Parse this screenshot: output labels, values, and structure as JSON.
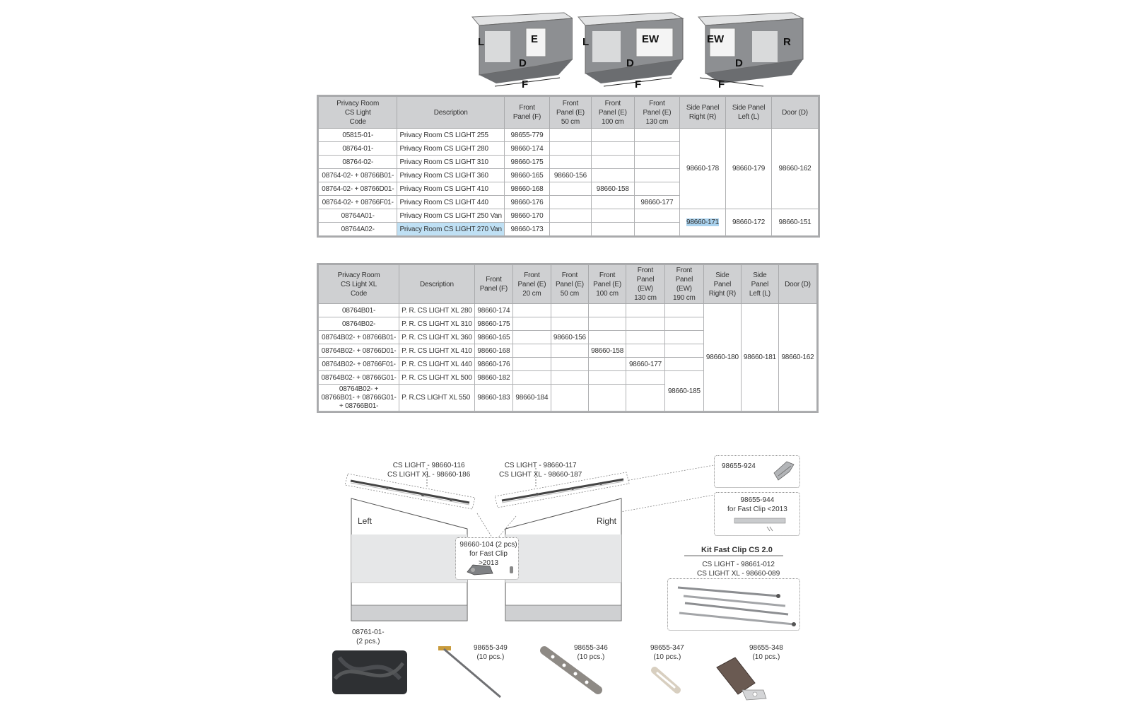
{
  "diagrams": [
    {
      "labels": [
        "L",
        "E",
        "D",
        "F"
      ]
    },
    {
      "labels": [
        "L",
        "EW",
        "D",
        "F"
      ]
    },
    {
      "labels": [
        "EW",
        "R",
        "D",
        "F"
      ]
    }
  ],
  "table1": {
    "headers": [
      "Privacy Room\nCS Light\nCode",
      "Description",
      "Front\nPanel (F)",
      "Front\nPanel (E)\n50 cm",
      "Front\nPanel (E)\n100 cm",
      "Front\nPanel (E)\n130 cm",
      "Side Panel\nRight (R)",
      "Side Panel\nLeft (L)",
      "Door (D)"
    ],
    "rows": [
      {
        "code": "05815-01-",
        "desc": "Privacy Room CS LIGHT 255",
        "f": "98655-779",
        "e50": "",
        "e100": "",
        "e130": ""
      },
      {
        "code": "08764-01-",
        "desc": "Privacy Room CS LIGHT 280",
        "f": "98660-174",
        "e50": "",
        "e100": "",
        "e130": ""
      },
      {
        "code": "08764-02-",
        "desc": "Privacy Room CS LIGHT 310",
        "f": "98660-175",
        "e50": "",
        "e100": "",
        "e130": ""
      },
      {
        "code": "08764-02- + 08766B01-",
        "desc": "Privacy Room CS LIGHT 360",
        "f": "98660-165",
        "e50": "98660-156",
        "e100": "",
        "e130": ""
      },
      {
        "code": "08764-02- + 08766D01-",
        "desc": "Privacy Room CS LIGHT 410",
        "f": "98660-168",
        "e50": "",
        "e100": "98660-158",
        "e130": ""
      },
      {
        "code": "08764-02- + 08766F01-",
        "desc": "Privacy Room CS LIGHT 440",
        "f": "98660-176",
        "e50": "",
        "e100": "",
        "e130": "98660-177"
      },
      {
        "code": "08764A01-",
        "desc": "Privacy Room CS LIGHT 250 Van",
        "f": "98660-170",
        "e50": "",
        "e100": "",
        "e130": ""
      },
      {
        "code": "08764A02-",
        "desc": "Privacy Room CS LIGHT 270 Van",
        "f": "98660-173",
        "e50": "",
        "e100": "",
        "e130": ""
      }
    ],
    "group_a": {
      "right": "98660-178",
      "left": "98660-179",
      "door": "98660-162"
    },
    "group_b": {
      "right": "98660-171",
      "left": "98660-172",
      "door": "98660-151"
    }
  },
  "table2": {
    "headers": [
      "Privacy Room\nCS Light XL\nCode",
      "Description",
      "Front\nPanel (F)",
      "Front\nPanel (E)\n20 cm",
      "Front\nPanel (E)\n50 cm",
      "Front\nPanel (E)\n100 cm",
      "Front\nPanel (EW)\n130 cm",
      "Front\nPanel (EW)\n190 cm",
      "Side\nPanel\nRight (R)",
      "Side\nPanel\nLeft (L)",
      "Door (D)"
    ],
    "rows": [
      {
        "code": "08764B01-",
        "desc": "P. R. CS LIGHT XL 280",
        "f": "98660-174",
        "e20": "",
        "e50": "",
        "e100": "",
        "ew130": ""
      },
      {
        "code": "08764B02-",
        "desc": "P. R. CS LIGHT XL 310",
        "f": "98660-175",
        "e20": "",
        "e50": "",
        "e100": "",
        "ew130": ""
      },
      {
        "code": "08764B02- + 08766B01-",
        "desc": "P. R. CS LIGHT XL 360",
        "f": "98660-165",
        "e20": "",
        "e50": "98660-156",
        "e100": "",
        "ew130": ""
      },
      {
        "code": "08764B02- + 08766D01-",
        "desc": "P. R. CS LIGHT XL 410",
        "f": "98660-168",
        "e20": "",
        "e50": "",
        "e100": "98660-158",
        "ew130": ""
      },
      {
        "code": "08764B02- + 08766F01-",
        "desc": "P. R. CS LIGHT XL 440",
        "f": "98660-176",
        "e20": "",
        "e50": "",
        "e100": "",
        "ew130": "98660-177"
      },
      {
        "code": "08764B02- +  08766G01-",
        "desc": "P. R. CS LIGHT XL 500",
        "f": "98660-182",
        "e20": "",
        "e50": "",
        "e100": "",
        "ew130": ""
      },
      {
        "code": "08764B02- +\n08766B01- + 08766G01-\n+ 08766B01-",
        "desc": "P. R.CS LIGHT XL 550",
        "f": "98660-183",
        "e20": "98660-184",
        "e50": "",
        "e100": "",
        "ew130": ""
      }
    ],
    "ew190": "98660-185",
    "side_right": "98660-180",
    "side_left": "98660-181",
    "door": "98660-162"
  },
  "accessories": {
    "rail_left": "CS LIGHT - 98660-116\nCS LIGHT XL - 98660-186",
    "rail_right": "CS LIGHT - 98660-117\nCS LIGHT XL - 98660-187",
    "part_924": "98655-924",
    "part_944": "98655-944\nfor Fast Clip <2013",
    "part_104": "98660-104 (2 pcs)\nfor Fast Clip >2013",
    "side_left_label": "Left",
    "side_right_label": "Right",
    "kit_title": "Kit Fast Clip CS 2.0",
    "kit_sub": "CS LIGHT - 98661-012\nCS LIGHT XL - 98660-089",
    "part_08761": "08761-01-\n(2 pcs.)",
    "part_349": "98655-349\n(10 pcs.)",
    "part_346": "98655-346\n(10 pcs.)",
    "part_347": "98655-347\n(10 pcs.)",
    "part_348": "98655-348\n(10 pcs.)"
  },
  "colors": {
    "header_bg": "#cfd0d2",
    "selection": "#a9d2ee",
    "panel_gray": "#e6e7e8"
  }
}
